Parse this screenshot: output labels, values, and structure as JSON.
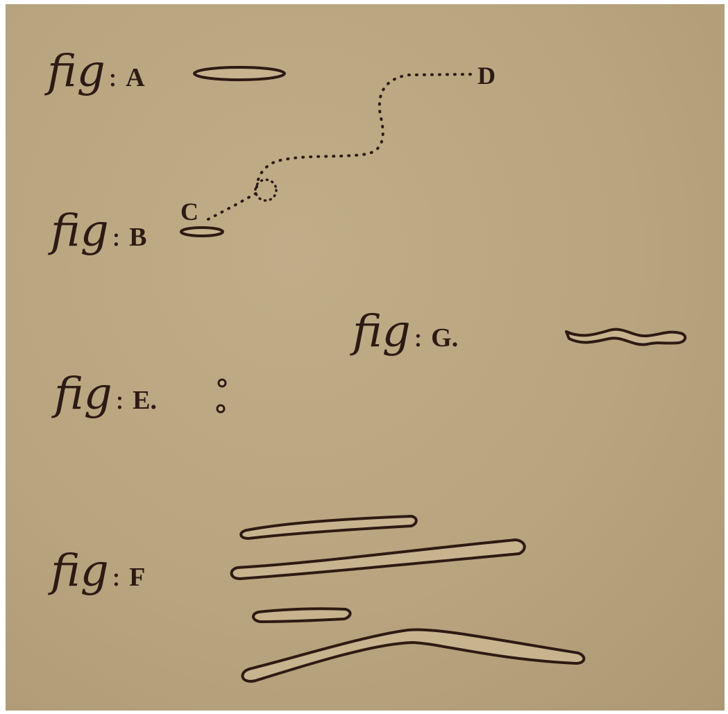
{
  "figures": [
    {
      "id": "a",
      "word": "fig",
      "colon": ":",
      "letter": "A"
    },
    {
      "id": "b",
      "word": "fig",
      "colon": ":",
      "letter": "B"
    },
    {
      "id": "e",
      "word": "fig",
      "colon": ":",
      "letter": "E."
    },
    {
      "id": "f",
      "word": "fig",
      "colon": ":",
      "letter": "F"
    },
    {
      "id": "g",
      "word": "fig",
      "colon": ":",
      "letter": "G."
    }
  ],
  "point_labels": {
    "c": "C",
    "d": "D"
  },
  "colors": {
    "paper": "#b9a57f",
    "ink": "#2e1a14"
  }
}
